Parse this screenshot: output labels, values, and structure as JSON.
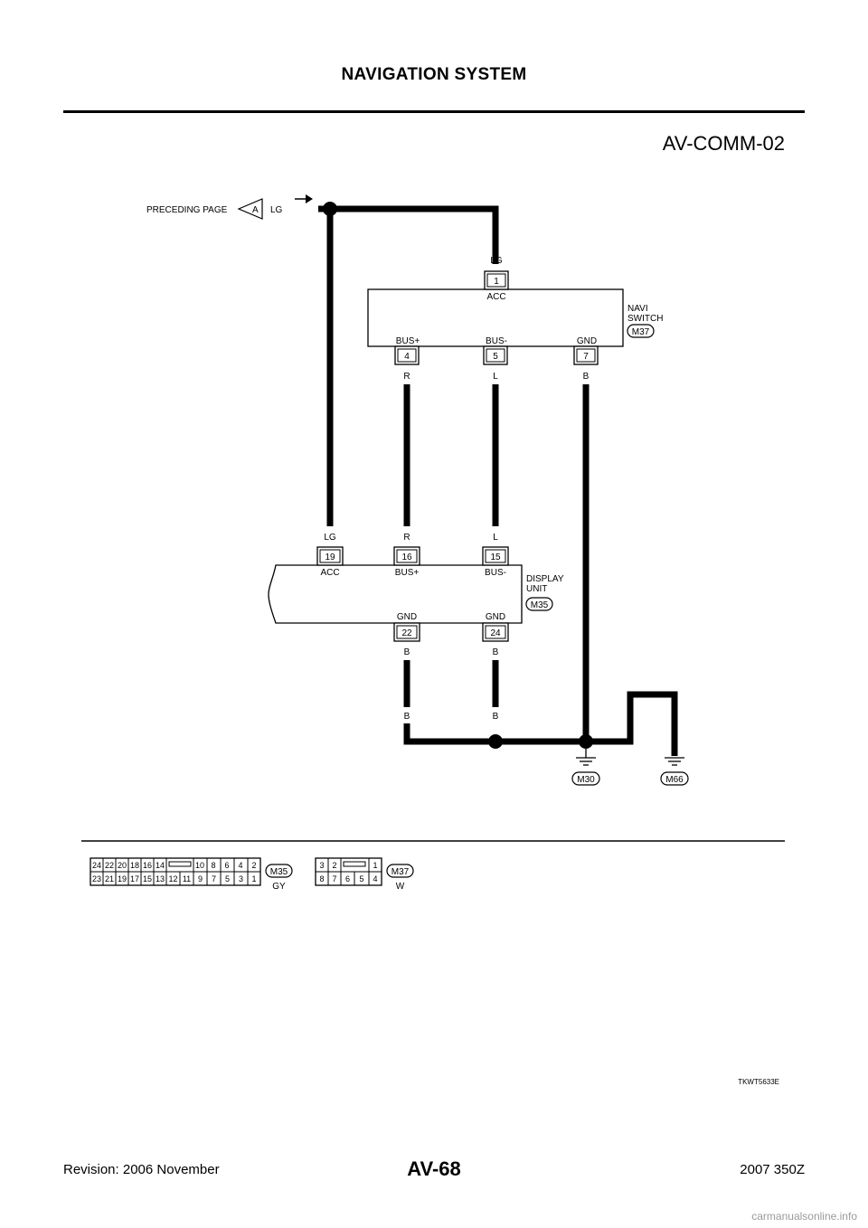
{
  "header": {
    "title": "NAVIGATION SYSTEM",
    "diagram_id": "AV-COMM-02"
  },
  "diagram": {
    "preceding_page": {
      "label": "PRECEDING PAGE",
      "connector": "A",
      "wire": "LG"
    },
    "navi_switch": {
      "name_line1": "NAVI",
      "name_line2": "SWITCH",
      "connector": "M37",
      "terminals": [
        {
          "pin": "1",
          "signal": "ACC",
          "wire": "LG"
        },
        {
          "pin": "4",
          "signal": "BUS+",
          "wire": "R"
        },
        {
          "pin": "5",
          "signal": "BUS-",
          "wire": "L"
        },
        {
          "pin": "7",
          "signal": "GND",
          "wire": "B"
        }
      ]
    },
    "display_unit": {
      "name_line1": "DISPLAY",
      "name_line2": "UNIT",
      "connector": "M35",
      "terminals": [
        {
          "pin": "19",
          "signal": "ACC",
          "wire": "LG"
        },
        {
          "pin": "16",
          "signal": "BUS+",
          "wire": "R"
        },
        {
          "pin": "15",
          "signal": "BUS-",
          "wire": "L"
        },
        {
          "pin": "22",
          "signal": "GND",
          "wire": "B"
        },
        {
          "pin": "24",
          "signal": "GND",
          "wire": "B"
        }
      ]
    },
    "ground_wires": [
      "B",
      "B",
      "B",
      "B",
      "B"
    ],
    "grounds": [
      "M30",
      "M66"
    ],
    "connector_views": [
      {
        "id": "M35",
        "color": "GY",
        "top_row": [
          "24",
          "22",
          "20",
          "18",
          "16",
          "14",
          "10",
          "8",
          "6",
          "4",
          "2"
        ],
        "bottom_row": [
          "23",
          "21",
          "19",
          "17",
          "15",
          "13",
          "12",
          "11",
          "9",
          "7",
          "5",
          "3",
          "1"
        ]
      },
      {
        "id": "M37",
        "color": "W",
        "top_row": [
          "3",
          "2",
          "1"
        ],
        "bottom_row": [
          "8",
          "7",
          "6",
          "5",
          "4"
        ]
      }
    ],
    "figure_code": "TKWT5633E"
  },
  "footer": {
    "page": "AV-68",
    "revision": "Revision: 2006 November",
    "model": "2007 350Z"
  },
  "watermark": "carmanualsonline.info"
}
